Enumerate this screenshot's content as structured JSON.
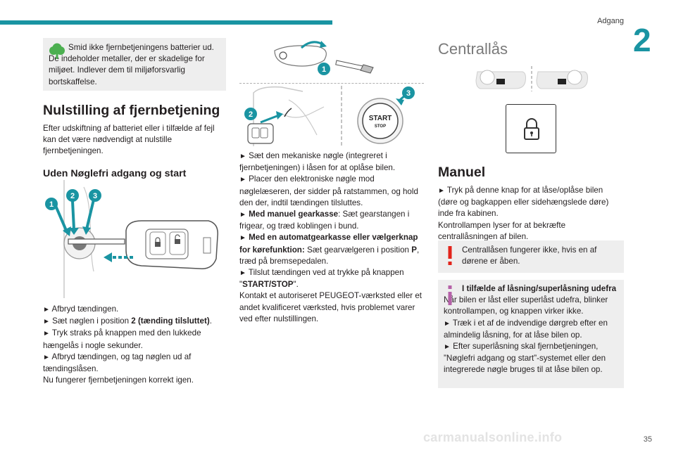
{
  "header": {
    "section": "Adgang",
    "chapter": "2"
  },
  "col1": {
    "eco_note": "Smid ikke fjernbetjeningens batterier ud. De indeholder metaller, der er skadelige for miljøet. Indlever dem til miljøforsvarlig bortskaffelse.",
    "title": "Nulstilling af fjernbetjening",
    "intro": "Efter udskiftning af batteriet eller i tilfælde af fejl kan det være nødvendigt at nulstille fjernbetjeningen.",
    "subtitle": "Uden Nøglefri adgang og start",
    "fig_labels": [
      "1",
      "2",
      "3"
    ],
    "steps": [
      {
        "arrow": "►",
        "text": "Afbryd tændingen."
      },
      {
        "arrow": "►",
        "pre": "Sæt nøglen i position ",
        "bold": "2 (tænding tilsluttet)",
        "post": "."
      },
      {
        "arrow": "►",
        "text": "Tryk straks på knappen med den lukkede hængelås i nogle sekunder."
      },
      {
        "arrow": "►",
        "text": "Afbryd tændingen, og tag nøglen ud af tændingslåsen."
      }
    ],
    "outro": "Nu fungerer fjernbetjeningen korrekt igen."
  },
  "col2": {
    "fig_labels": [
      "1",
      "2",
      "3"
    ],
    "start_stop_label_1": "START",
    "start_stop_label_2": "STOP",
    "step1": "Sæt den mekaniske nøgle (integreret i fjernbetjeningen) i låsen for at oplåse bilen.",
    "step2": "Placer den elektroniske nøgle mod nøglelæseren, der sidder på ratstammen, og hold den der, indtil tændingen tilsluttes.",
    "step3_bold": "Med manuel gearkasse",
    "step3": ": Sæt gearstangen i frigear, og træd koblingen i bund.",
    "step4_bold": "Med en automatgearkasse eller vælgerknap for kørefunktion:",
    "step4_pre": " Sæt gearvælgeren i position ",
    "step4_p": "P",
    "step4_post": ", træd på bremsepedalen.",
    "step5_pre": "Tilslut tændingen ved at trykke på knappen \"",
    "step5_bold": "START/STOP",
    "step5_post": "\".",
    "outro": "Kontakt et autoriseret PEUGEOT-værksted eller et andet kvalificeret værksted, hvis problemet varer ved efter nulstillingen.",
    "arrow": "►"
  },
  "col3": {
    "title": "Centrallås",
    "manual_title": "Manuel",
    "step1": "Tryk på denne knap for at låse/oplåse bilen (døre og bagkappen eller sidehængslede døre) inde fra kabinen.",
    "line2": "Kontrollampen lyser for at bekræfte centrallåsningen af bilen.",
    "warning": "Centrallåsen fungerer ikke, hvis en af dørene er åben.",
    "info_title": "I tilfælde af låsning/superlåsning udefra",
    "info_text": "Når bilen er låst eller superlåst udefra, blinker kontrollampen, og knappen virker ikke.",
    "info_step1": "Træk i et af de indvendige dørgreb efter en almindelig låsning, for at låse bilen op.",
    "info_step2": "Efter superlåsning skal fjernbetjeningen, ”Nøglefri adgang og start”-systemet eller den integrerede nøgle bruges til at låse bilen op.",
    "arrow": "►"
  },
  "footer": {
    "page": "35",
    "watermark": "carmanualsonline.info"
  },
  "colors": {
    "accent": "#1a94a2",
    "eco_green": "#4caf50",
    "warning_red": "#e2231a",
    "info_purple": "#b561a8",
    "box_bg": "#eeeeee"
  }
}
